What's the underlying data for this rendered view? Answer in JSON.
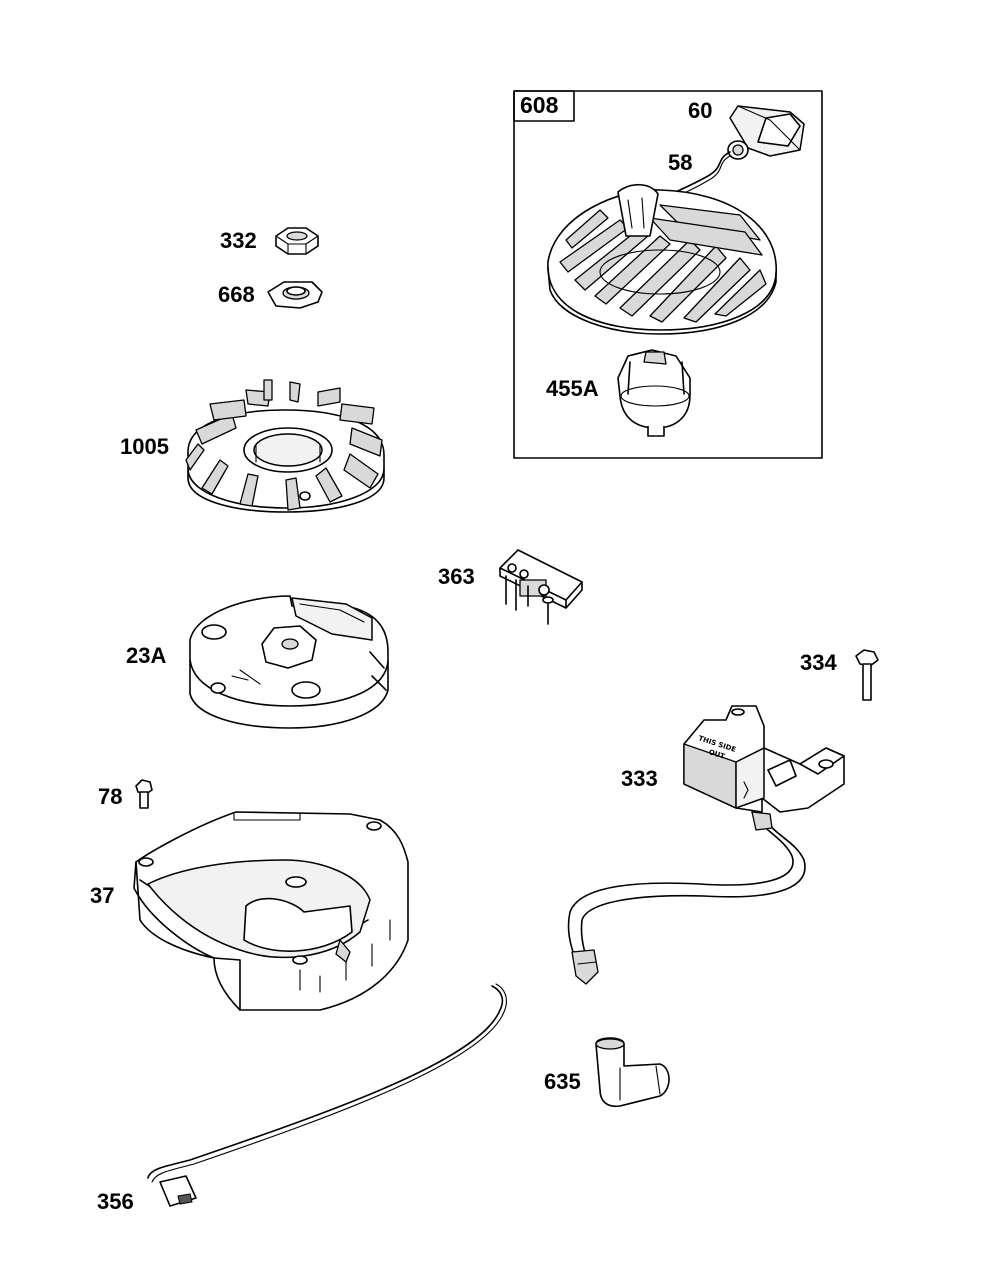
{
  "callouts": {
    "p608": "608",
    "p60": "60",
    "p58": "58",
    "p455a": "455A",
    "p332": "332",
    "p668": "668",
    "p1005": "1005",
    "p363": "363",
    "p23a": "23A",
    "p334": "334",
    "p333": "333",
    "p78": "78",
    "p37": "37",
    "p635": "635",
    "p356": "356"
  },
  "coil_markings": {
    "line1": "THIS SIDE",
    "line2": "OUT"
  }
}
